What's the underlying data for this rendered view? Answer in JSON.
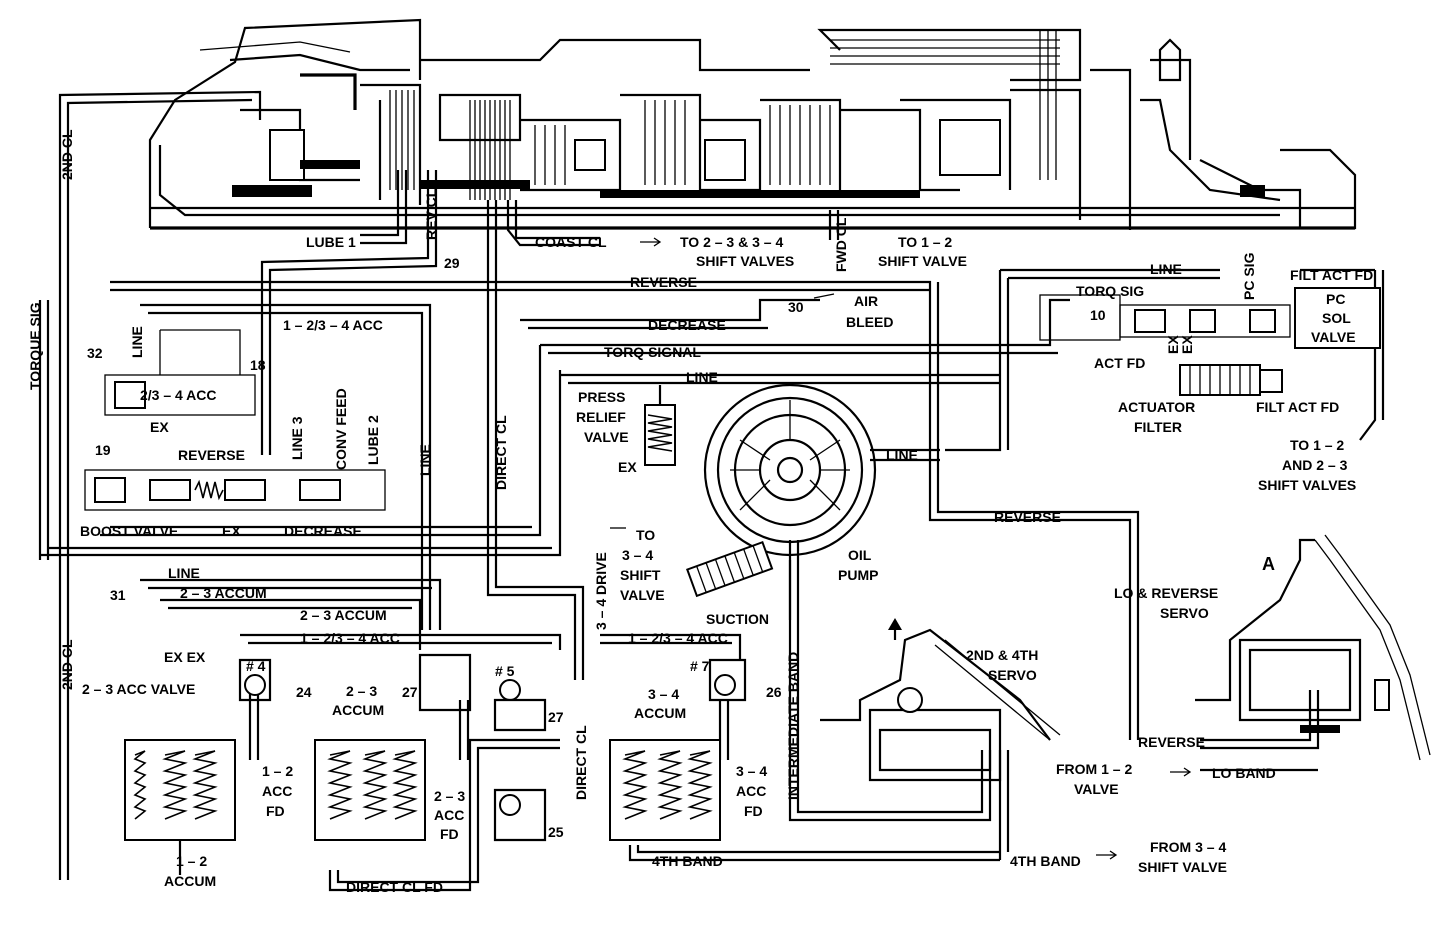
{
  "labels": {
    "lube1": "LUBE 1",
    "rev_cl": "REV CL",
    "n29": "29",
    "coast_cl": "COAST CL",
    "to_23_34_a": "TO 2 – 3 & 3 – 4",
    "to_23_34_b": "SHIFT VALVES",
    "fwd_cl": "FWD CL",
    "to_12_a": "TO 1 – 2",
    "to_12_b": "SHIFT VALVE",
    "reverse_top": "REVERSE",
    "second_cl_top": "2ND CL",
    "torque_sig": "TORQUE SIG",
    "n32": "32",
    "line_a": "LINE",
    "acc_1234_top": "1 – 2/3 – 4 ACC",
    "n18": "18",
    "acc_234": "2/3 – 4 ACC",
    "ex_a": "EX",
    "n19": "19",
    "reverse_mid": "REVERSE",
    "line_vert_a": "LINE 3",
    "conv_feed": "CONV FEED",
    "lube2": "LUBE 2",
    "line_vert_b": "LINE",
    "boost_valve": "BOOST VALVE",
    "ex_b": "EX",
    "decrease_low": "DECREASE",
    "decrease_top": "DECREASE",
    "torq_signal": "TORQ SIGNAL",
    "line_mid": "LINE",
    "n30": "30",
    "air_bleed_a": "AIR",
    "air_bleed_b": "BLEED",
    "press_relief_a": "PRESS",
    "press_relief_b": "RELIEF",
    "press_relief_c": "VALVE",
    "ex_c": "EX",
    "direct_cl_vert": "DIRECT CL",
    "line_pump": "LINE",
    "oil_pump_a": "OIL",
    "oil_pump_b": "PUMP",
    "suction": "SUCTION",
    "drive_34": "3 – 4 DRIVE",
    "to_34_a": "TO",
    "to_34_b": "3 – 4",
    "to_34_c": "SHIFT",
    "to_34_d": "VALVE",
    "line_r": "LINE",
    "torq_sig_r": "TORQ SIG",
    "pc_sig": "PC SIG",
    "filt_act_fd_top": "FILT ACT FD",
    "pc_sol_a": "PC",
    "pc_sol_b": "SOL",
    "pc_sol_c": "VALVE",
    "n10": "10",
    "ex_d": "EX",
    "ex_e": "EX",
    "act_fd": "ACT FD",
    "actuator_a": "ACTUATOR",
    "actuator_b": "FILTER",
    "filt_act_fd_low": "FILT ACT FD",
    "to_12_23_a": "TO 1 – 2",
    "to_12_23_b": "AND 2 – 3",
    "to_12_23_c": "SHIFT VALVES",
    "reverse_right": "REVERSE",
    "lo_rev_a": "LO & REVERSE",
    "lo_rev_b": "SERVO",
    "label_a": "A",
    "line_low": "LINE",
    "n31": "31",
    "acc23_a": "2 – 3 ACCUM",
    "acc23_b": "2 – 3 ACCUM",
    "ex_ex": "EX EX",
    "acc23_valve": "2 – 3 ACC VALVE",
    "second_cl_low": "2ND CL",
    "acc_1234_low": "1 – 2/3 – 4 ACC",
    "acc_1234_right": "1 – 2/3 – 4 ACC",
    "ck4": "# 4",
    "ck5": "# 5",
    "ck7": "# 7",
    "n24": "24",
    "n27a": "27",
    "n27b": "27",
    "n26": "26",
    "n25": "25",
    "accum23_a": "2 – 3",
    "accum23_b": "ACCUM",
    "accum34_a": "3 – 4",
    "accum34_b": "ACCUM",
    "acc_fd_12_a": "1 – 2",
    "acc_fd_12_b": "ACC",
    "acc_fd_12_c": "FD",
    "acc_fd_23_a": "2 – 3",
    "acc_fd_23_b": "ACC",
    "acc_fd_23_c": "FD",
    "acc_fd_34_a": "3 – 4",
    "acc_fd_34_b": "ACC",
    "acc_fd_34_c": "FD",
    "accum12_a": "1 – 2",
    "accum12_b": "ACCUM",
    "direct_cl_fd": "DIRECT CL FD",
    "direct_cl_low": "DIRECT CL",
    "fourth_band_a": "4TH BAND",
    "fourth_band_b": "4TH BAND",
    "from_34_a": "FROM 3 – 4",
    "from_34_b": "SHIFT VALVE",
    "intermediate_band": "INTERMEDIATE BAND",
    "servo_24_a": "2ND & 4TH",
    "servo_24_b": "SERVO",
    "reverse_low": "REVERSE",
    "from_12_a": "FROM 1 – 2",
    "from_12_b": "VALVE",
    "lo_band": "LO BAND"
  }
}
